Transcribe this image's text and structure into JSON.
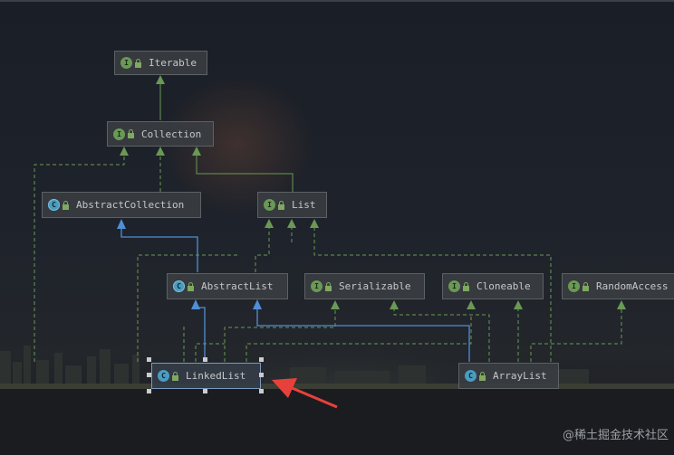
{
  "diagram": {
    "nodes": [
      {
        "id": "iterable",
        "kind": "I",
        "label": "Iterable"
      },
      {
        "id": "collection",
        "kind": "I",
        "label": "Collection"
      },
      {
        "id": "abstractcollection",
        "kind": "C",
        "label": "AbstractCollection"
      },
      {
        "id": "list",
        "kind": "I",
        "label": "List"
      },
      {
        "id": "abstractlist",
        "kind": "C",
        "label": "AbstractList"
      },
      {
        "id": "serializable",
        "kind": "I",
        "label": "Serializable"
      },
      {
        "id": "cloneable",
        "kind": "I",
        "label": "Cloneable"
      },
      {
        "id": "randomaccess",
        "kind": "I",
        "label": "RandomAccess"
      },
      {
        "id": "linkedlist",
        "kind": "C",
        "label": "LinkedList"
      },
      {
        "id": "arraylist",
        "kind": "C",
        "label": "ArrayList"
      }
    ],
    "edge_colors": {
      "extends_interface": "#6a9955",
      "implements": "#6a9955",
      "extends_class": "#4f8fd6"
    },
    "selected_node": "linkedlist"
  },
  "annotation": {
    "arrow_color": "#e8413c"
  },
  "watermark": "@稀土掘金技术社区"
}
